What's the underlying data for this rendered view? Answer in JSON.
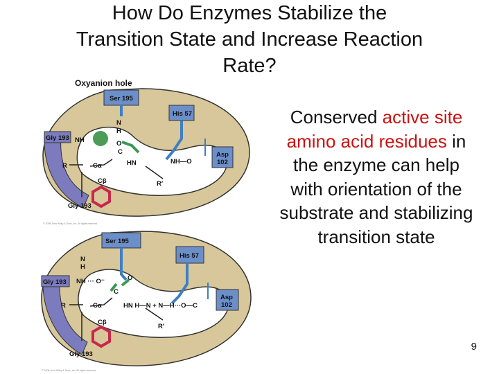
{
  "title": {
    "lines": [
      "How Do Enzymes Stabilize the",
      "Transition State and Increase Reaction",
      "Rate?"
    ]
  },
  "body_text": {
    "part1": "Conserved ",
    "highlight": "active site amino acid residues",
    "part2": " in the enzyme can help with orientation of the substrate and stabilizing transition state"
  },
  "page_number": "9",
  "colors": {
    "accent": "#cc1111",
    "pocket": "#d7c79a",
    "blue_label": "#6c8fca",
    "purple_label": "#7b7bbd",
    "bond_blue": "#3f7fc2",
    "bond_green": "#3a9a54",
    "ring_red": "#c8284a"
  },
  "diagram_top": {
    "oxyanion_label": "Oxyanion hole",
    "ser": "Ser 195",
    "his": "His 57",
    "asp": "Asp",
    "asp_num": "102",
    "gly_top": "Gly 193",
    "gly_bottom": "Gly 193",
    "NH": "NH",
    "N": "N",
    "H": "H",
    "O": "O",
    "C": "C",
    "HN": "HN",
    "R": "R",
    "Rprime": "R′",
    "Ca": "Cα",
    "Cb": "Cβ",
    "NH_O": "NH—O",
    "credit": "© 2008 John Wiley & Sons, Inc. All rights reserved."
  },
  "diagram_bottom": {
    "ser": "Ser 195",
    "his": "His 57",
    "asp": "Asp",
    "asp_num": "102",
    "gly_top": "Gly 193",
    "gly_bottom": "Gly 193",
    "NH_O": "NH ··· O⁻",
    "N": "N",
    "H": "H",
    "O": "O",
    "C": "C",
    "HN_chain": "HN   H—N + N—H···O—C",
    "R": "R",
    "Rprime": "R′",
    "Ca": "Cα",
    "Cb": "Cβ",
    "credit": "© 2008 John Wiley & Sons, Inc. All rights reserved."
  }
}
